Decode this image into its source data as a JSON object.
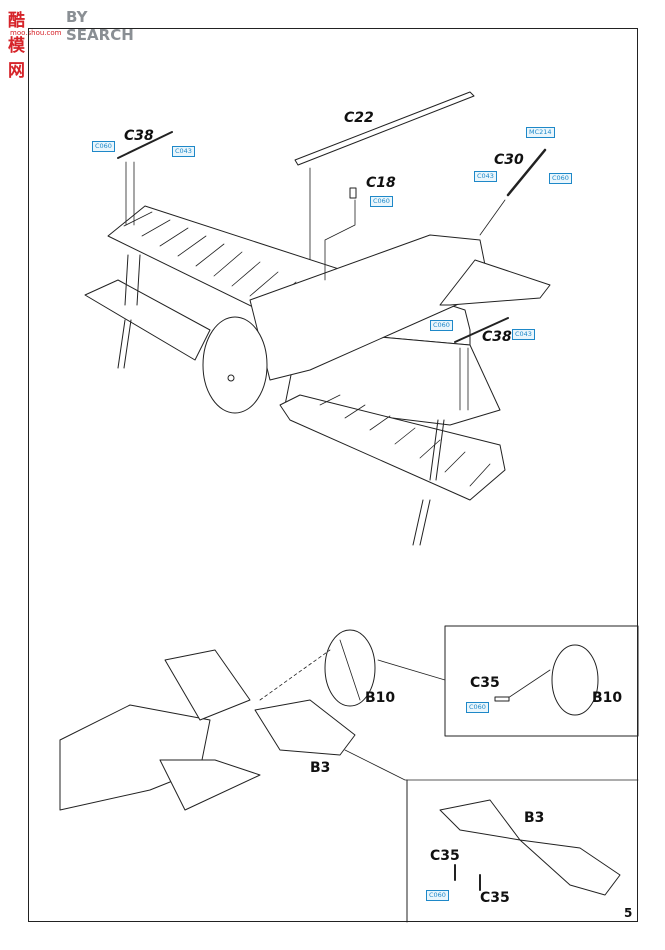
{
  "watermark": {
    "cn": "酷模网",
    "en": "BY SEARCH",
    "url": "moo.shou.com"
  },
  "labels": {
    "c22": "C22",
    "c38_left": "C38",
    "c18": "C18",
    "c30": "C30",
    "c38_right": "C38",
    "b10": "B10",
    "b10_inset": "B10",
    "c35_inset": "C35",
    "b3": "B3",
    "b3_inset": "B3",
    "c35_a": "C35",
    "c35_b": "C35"
  },
  "tags": {
    "c060_a": "C060",
    "c043_a": "C043",
    "mc214": "MC214",
    "c043_b": "C043",
    "c060_b": "C060",
    "c060_c": "C060",
    "c060_d": "C060",
    "c043_c": "C043",
    "c060_e": "C060",
    "c060_f": "C060"
  },
  "page_number": "5"
}
